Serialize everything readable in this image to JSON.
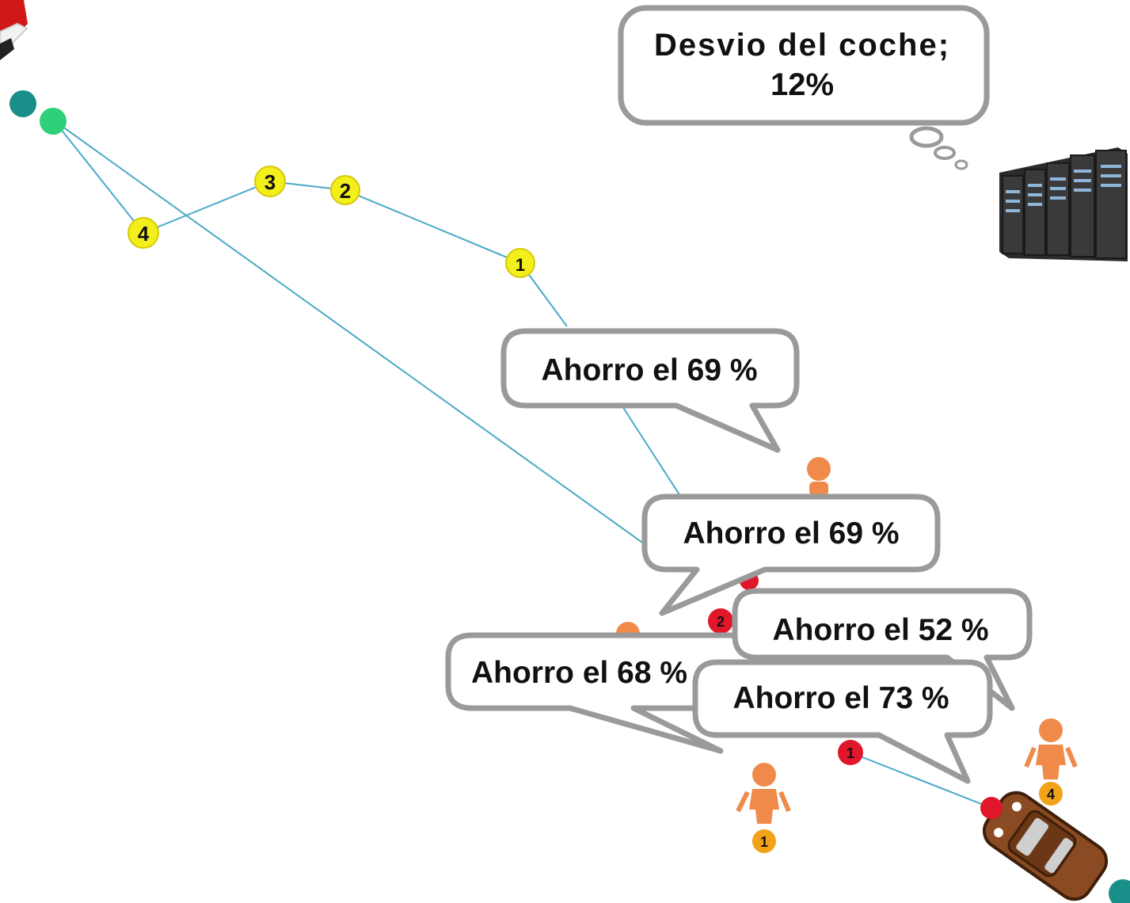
{
  "colors": {
    "route_line": "#4aa9c9",
    "waypoint_yellow": "#f2ef1a",
    "waypoint_yellow_border": "#d6c80c",
    "waypoint_red": "#e0162a",
    "teal_node": "#1a8f8a",
    "green_node": "#2ed17a",
    "person_orange": "#f08a4b",
    "person_marker": "#f2a21a",
    "bubble_border": "#9a9a9a",
    "car_body": "#8a4a22"
  },
  "icons": {
    "server": "server-rack-icon",
    "car": "car-icon",
    "person": "person-icon",
    "santa": "santa-icon"
  },
  "thought_bubble": {
    "line1": "Desvio del coche;",
    "line2": "12%"
  },
  "speech_bubbles": [
    {
      "label": "Ahorro el 69 %"
    },
    {
      "label": "Ahorro el 69 %"
    },
    {
      "label": "Ahorro el 52 %"
    },
    {
      "label": "Ahorro el 68 %"
    },
    {
      "label": "Ahorro el 73 %"
    }
  ],
  "waypoints": [
    {
      "label": "1"
    },
    {
      "label": "2"
    },
    {
      "label": "3"
    },
    {
      "label": "4"
    }
  ],
  "red_stops": [
    {
      "label": "2"
    },
    {
      "label": "1"
    }
  ],
  "persons": [
    {
      "label": "1"
    },
    {
      "label": "4"
    }
  ]
}
